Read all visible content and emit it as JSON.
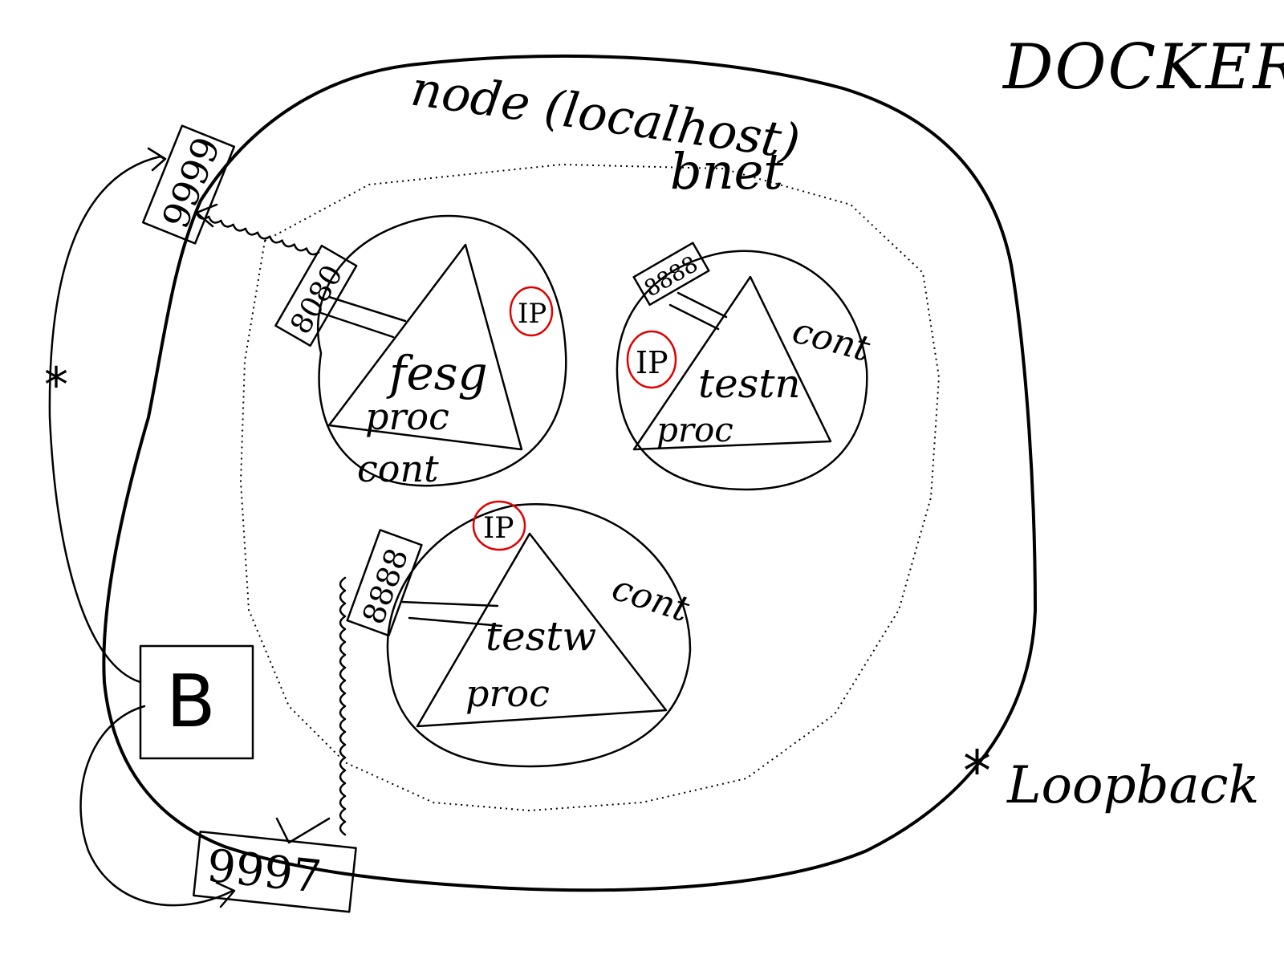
{
  "title": "DOCKER",
  "node_label": "node (localhost)",
  "network_label": "bnet",
  "legend": {
    "symbol": "*",
    "text": "Loopback"
  },
  "host_ports": [
    "9999",
    "9997"
  ],
  "browser_label": "B",
  "containers": [
    {
      "process": "fesg",
      "proc_label": "proc",
      "cont_label": "cont",
      "ip_label": "IP",
      "port": "8080"
    },
    {
      "process": "testn",
      "proc_label": "proc",
      "cont_label": "cont",
      "ip_label": "IP",
      "port": "8888"
    },
    {
      "process": "testw",
      "proc_label": "proc",
      "cont_label": "cont",
      "ip_label": "IP",
      "port": "8888"
    }
  ],
  "colors": {
    "ink": "#000000",
    "ip_highlight": "#e00000"
  }
}
